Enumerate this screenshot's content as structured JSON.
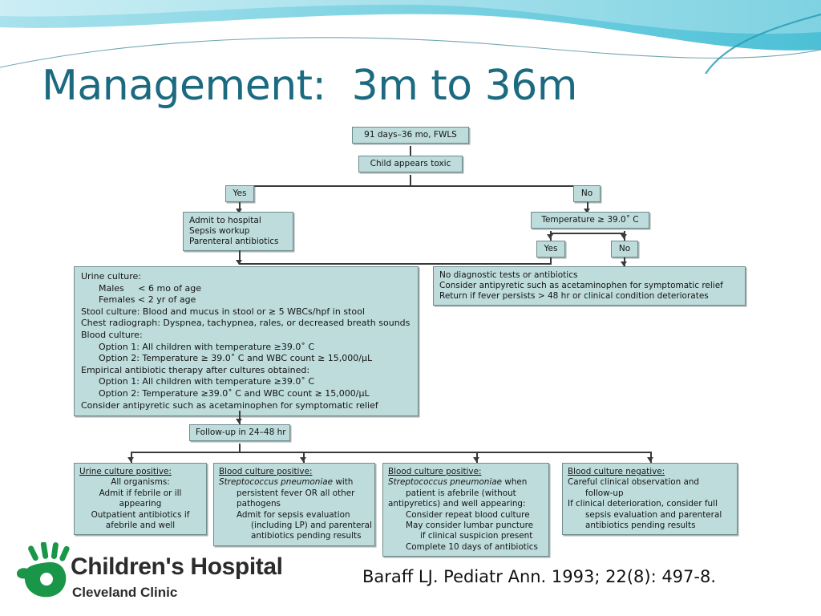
{
  "slide": {
    "title": "Management:  3m to 36m",
    "title_color": "#1b6a80",
    "citation": "Baraff LJ. Pediatr Ann. 1993; 22(8): 497-8.",
    "background": "#ffffff",
    "header_wave_colors": [
      "#7fd4e3",
      "#4fc0d8",
      "#2f9cb8",
      "#cfeef5"
    ]
  },
  "logo": {
    "icon": "green-hand-icon",
    "icon_color": "#1a9648",
    "name": "Children's Hospital",
    "subtitle": "Cleveland Clinic"
  },
  "flowchart": {
    "node_fill": "#bedcdc",
    "node_border": "#6f8c8c",
    "nodes": {
      "start": {
        "label": "91 days–36 mo, FWLS"
      },
      "toxic": {
        "label": "Child appears toxic"
      },
      "toxic_yes": {
        "label": "Yes"
      },
      "toxic_no": {
        "label": "No"
      },
      "admit": {
        "lines": [
          "Admit to hospital",
          "Sepsis workup",
          "Parenteral antibiotics"
        ]
      },
      "temperature": {
        "label": "Temperature ≥ 39.0˚ C"
      },
      "temp_yes": {
        "label": "Yes"
      },
      "temp_no": {
        "label": "No"
      },
      "workup": {
        "lines": [
          {
            "text": "Urine culture:",
            "indent": 0
          },
          {
            "text": "Males     < 6 mo of age",
            "indent": 1
          },
          {
            "text": "Females < 2 yr of age",
            "indent": 1
          },
          {
            "text": "Stool culture: Blood and mucus in stool or ≥ 5 WBCs/hpf in stool",
            "indent": 0
          },
          {
            "text": "Chest radiograph: Dyspnea, tachypnea, rales, or decreased breath sounds",
            "indent": 0
          },
          {
            "text": "Blood culture:",
            "indent": 0
          },
          {
            "text": "Option 1: All children with temperature ≥39.0˚ C",
            "indent": 1
          },
          {
            "text": "Option 2: Temperature ≥ 39.0˚ C and WBC count ≥ 15,000/µL",
            "indent": 1
          },
          {
            "text": "Empirical antibiotic therapy after cultures obtained:",
            "indent": 0
          },
          {
            "text": "Option 1: All children with temperature ≥39.0˚ C",
            "indent": 1
          },
          {
            "text": "Option 2: Temperature ≥39.0˚ C and WBC count ≥ 15,000/µL",
            "indent": 1
          },
          {
            "text": "Consider antipyretic such as acetaminophen for symptomatic relief",
            "indent": 0
          }
        ]
      },
      "no_tests": {
        "lines": [
          "No diagnostic tests or antibiotics",
          "Consider antipyretic such as acetaminophen for symptomatic relief",
          "Return if fever persists > 48 hr or clinical condition deteriorates"
        ]
      },
      "followup": {
        "label": "Follow-up in 24–48 hr"
      }
    },
    "outcomes": [
      {
        "header": "Urine culture positive:",
        "lines": [
          {
            "text": "All organisms:",
            "indent": 1,
            "italic": false
          },
          {
            "text": "Admit if febrile or ill",
            "indent": 2,
            "italic": false
          },
          {
            "text": "appearing",
            "indent": 3,
            "italic": false
          },
          {
            "text": "Outpatient antibiotics if",
            "indent": 2,
            "italic": false
          },
          {
            "text": "afebrile and well",
            "indent": 3,
            "italic": false
          }
        ]
      },
      {
        "header": "Blood culture positive:",
        "lines": [
          {
            "text": "Streptococcus pneumoniae",
            "indent": 0,
            "italic": true,
            "suffix": " with"
          },
          {
            "text": "persistent fever OR all other",
            "indent": 1,
            "italic": false
          },
          {
            "text": "pathogens",
            "indent": 1,
            "italic": false
          },
          {
            "text": "Admit for sepsis evaluation",
            "indent": 1,
            "italic": false
          },
          {
            "text": "(including LP) and parenteral",
            "indent": 2,
            "italic": false
          },
          {
            "text": "antibiotics pending results",
            "indent": 2,
            "italic": false
          }
        ]
      },
      {
        "header": "Blood culture positive:",
        "lines": [
          {
            "text": "Streptococcus pneumoniae",
            "indent": 0,
            "italic": true,
            "suffix": " when"
          },
          {
            "text": "patient is afebrile (without",
            "indent": 1,
            "italic": false
          },
          {
            "text": "antipyretics) and well appearing:",
            "indent": 1,
            "italic": false
          },
          {
            "text": "Consider repeat blood culture",
            "indent": 1,
            "italic": false
          },
          {
            "text": "May consider lumbar puncture",
            "indent": 1,
            "italic": false
          },
          {
            "text": "if clinical suspicion present",
            "indent": 2,
            "italic": false
          },
          {
            "text": "Complete 10 days of antibiotics",
            "indent": 1,
            "italic": false
          }
        ]
      },
      {
        "header": "Blood culture negative:",
        "lines": [
          {
            "text": "Careful clinical observation and",
            "indent": 0,
            "italic": false
          },
          {
            "text": "follow-up",
            "indent": 1,
            "italic": false
          },
          {
            "text": "If clinical deterioration, consider full",
            "indent": 0,
            "italic": false
          },
          {
            "text": "sepsis evaluation and parenteral",
            "indent": 1,
            "italic": false
          },
          {
            "text": "antibiotics pending results",
            "indent": 1,
            "italic": false
          }
        ]
      }
    ]
  }
}
